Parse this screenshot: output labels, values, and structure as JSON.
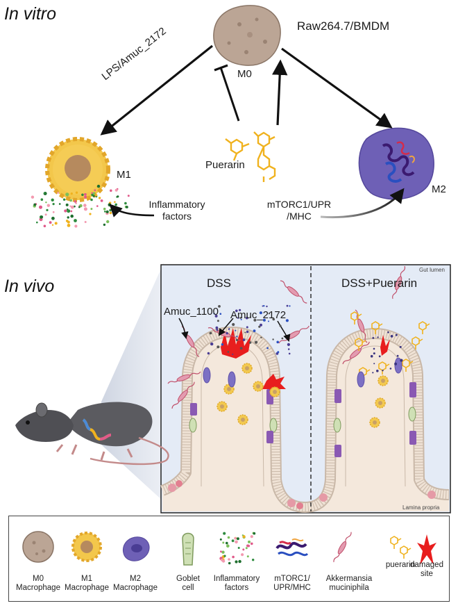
{
  "in_vitro": {
    "title": "In vitro",
    "cell_line": "Raw264.7/BMDM",
    "m0": "M0",
    "m1": "M1",
    "m2": "M2",
    "treatment": "LPS/Amuc_2172",
    "drug": "Puerarin",
    "inflammatory": [
      "Inflammatory",
      "factors"
    ],
    "pathway": [
      "mTORC1/UPR",
      "/MHC"
    ]
  },
  "in_vivo": {
    "title": "In vivo",
    "panel_left": "DSS",
    "panel_right": "DSS+Puerarin",
    "gut_lumen": "Gut lumen",
    "lamina_propria": "Lamina propria",
    "amuc_1100": "Amuc_1100",
    "amuc_2172": "Amuc_2172"
  },
  "legend": [
    {
      "icon": "m0-macrophage-icon",
      "lines": [
        "M0",
        "Macrophage"
      ]
    },
    {
      "icon": "m1-macrophage-icon",
      "lines": [
        "M1",
        "Macrophage"
      ]
    },
    {
      "icon": "m2-macrophage-icon",
      "lines": [
        "M2",
        "Macrophage"
      ]
    },
    {
      "icon": "goblet-cell-icon",
      "lines": [
        "Goblet",
        "cell"
      ]
    },
    {
      "icon": "inflammatory-factors-icon",
      "lines": [
        "Inflammatory",
        "factors"
      ]
    },
    {
      "icon": "mtorc1-upr-mhc-icon",
      "lines": [
        "mTORC1/",
        "UPR/MHC"
      ]
    },
    {
      "icon": "akkermansia-icon",
      "lines": [
        "Akkermansia",
        "muciniphila"
      ]
    },
    {
      "icon": "puerarin-icon",
      "lines": [
        "puerarin"
      ]
    },
    {
      "icon": "damaged-site-icon",
      "lines": [
        "damaged",
        "site"
      ]
    }
  ],
  "colors": {
    "m0": "#b9a395",
    "m1": "#f1c24b",
    "m2": "#6f62b8",
    "puerarin": "#f0b21e",
    "damage": "#e81e1e",
    "tissue_bg": "#e3eaf5"
  }
}
